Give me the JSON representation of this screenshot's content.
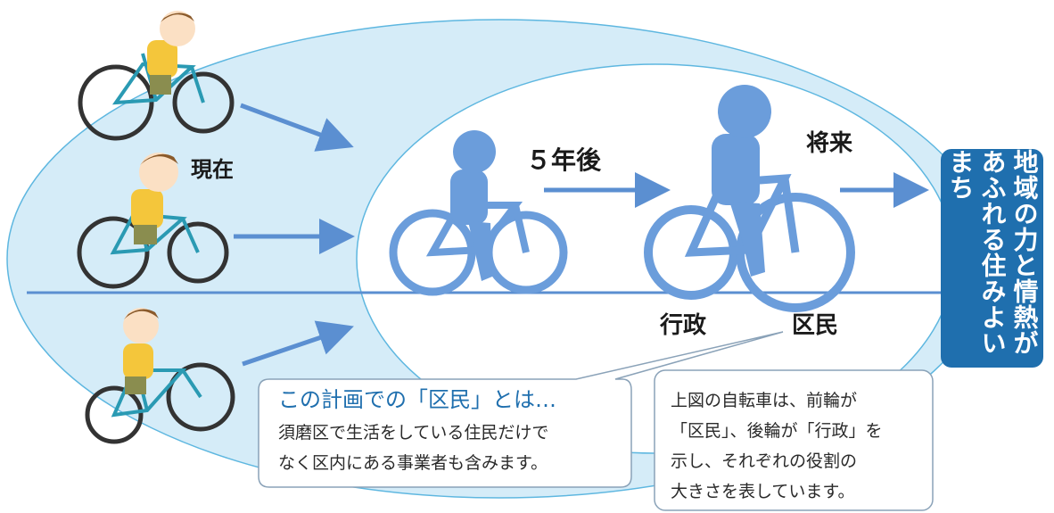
{
  "labels": {
    "now": "現在",
    "five_years": "５年後",
    "future": "将来",
    "government": "行政",
    "residents": "区民"
  },
  "goal": "地域の力と情熱があふれる住みよいまち",
  "definition": {
    "title": "この計画での「区民」とは…",
    "body_line1": "須磨区で生活をしている住民だけで",
    "body_line2": "なく区内にある事業者も含みます。"
  },
  "note": {
    "line1": "上図の自転車は、前輪が",
    "line2": "「区民」、後輪が「行政」を",
    "line3": "示し、それぞれの役割の",
    "line4": "大きさを表しています。"
  },
  "colors": {
    "outer_ellipse": "#d5ecf8",
    "accent_blue": "#1f6fae",
    "arrow_blue": "#5b8fd1",
    "silhouette": "#6b9ddb",
    "bike_frame": "#2a9ab3",
    "shirt": "#f4c63b"
  }
}
